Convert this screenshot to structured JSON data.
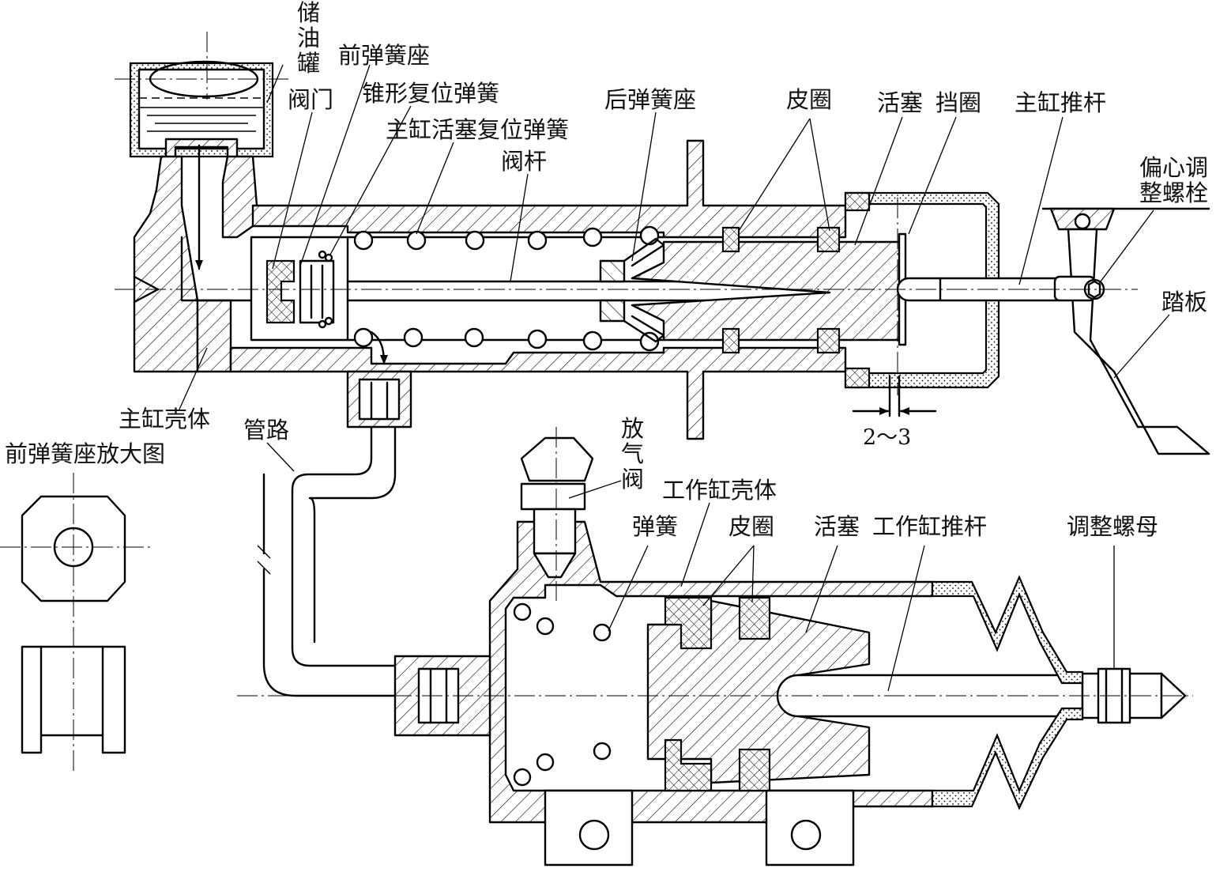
{
  "labels": {
    "reservoir": "储\n油\n罐",
    "front_spring_seat": "前弹簧座",
    "valve": "阀门",
    "cone_return_spring": "锥形复位弹簧",
    "master_piston_spring": "主缸活塞复位弹簧",
    "valve_stem": "阀杆",
    "rear_spring_seat": "后弹簧座",
    "cup_master": "皮圈",
    "piston_master": "活塞",
    "retainer": "挡圈",
    "master_pushrod": "主缸推杆",
    "eccentric_bolt": "偏心调\n整螺栓",
    "pedal": "踏板",
    "master_housing": "主缸壳体",
    "pipe": "管路",
    "enlarged_view": "前弹簧座放大图",
    "clearance": "2～3",
    "bleeder": "放\n气\n阀",
    "slave_housing": "工作缸壳体",
    "spring_slave": "弹簧",
    "cup_slave": "皮圈",
    "piston_slave": "活塞",
    "slave_pushrod": "工作缸推杆",
    "adjust_nut": "调整螺母"
  }
}
